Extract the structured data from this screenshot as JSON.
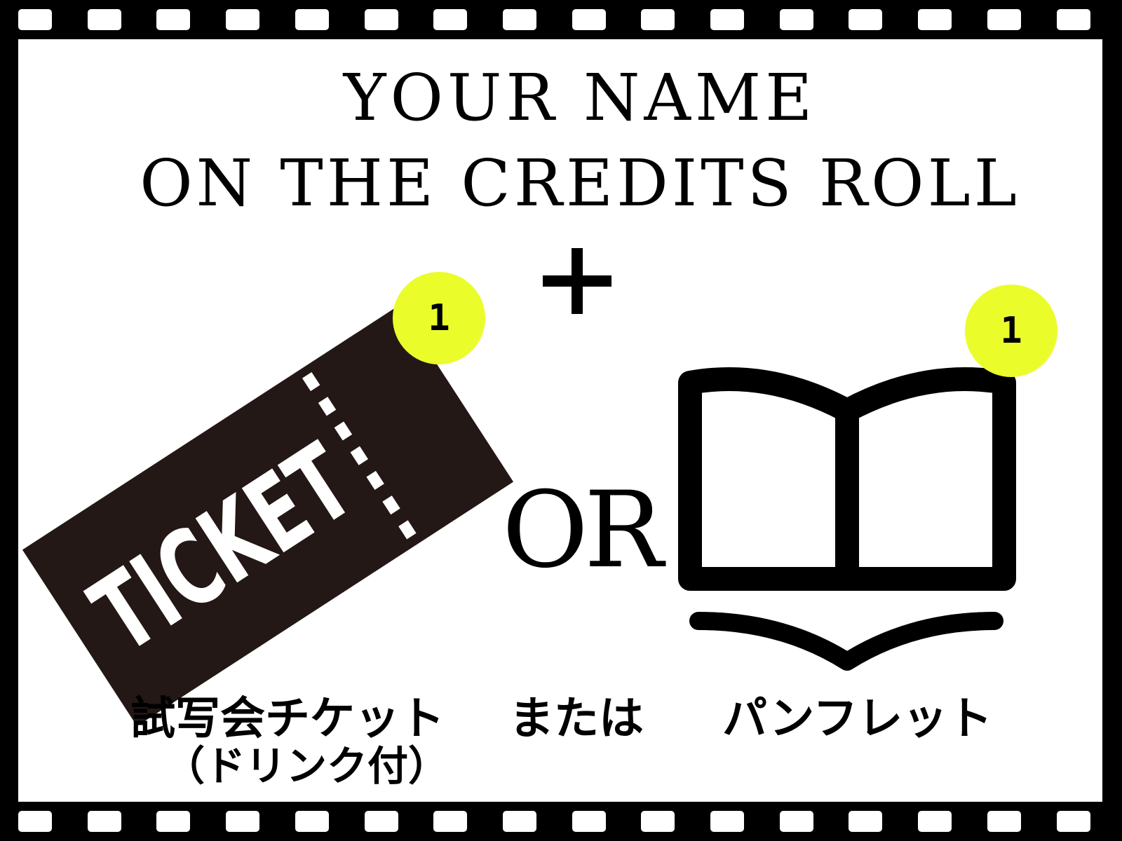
{
  "heading": {
    "line1": "YOUR NAME",
    "line2": "ON THE CREDITS ROLL"
  },
  "connector_or": "OR",
  "ticket": {
    "label": "TICKET",
    "badge": "1",
    "caption_line1": "試写会チケット",
    "caption_line2": "（ドリンク付）"
  },
  "middle_caption": "または",
  "pamphlet": {
    "badge": "1",
    "caption": "パンフレット"
  },
  "colors": {
    "film": "#000000",
    "panel": "#ffffff",
    "ticket": "#231815",
    "badge": "#eafd2b"
  },
  "icons": {
    "plus": "plus-icon",
    "ticket": "ticket-icon",
    "book": "open-book-icon"
  }
}
